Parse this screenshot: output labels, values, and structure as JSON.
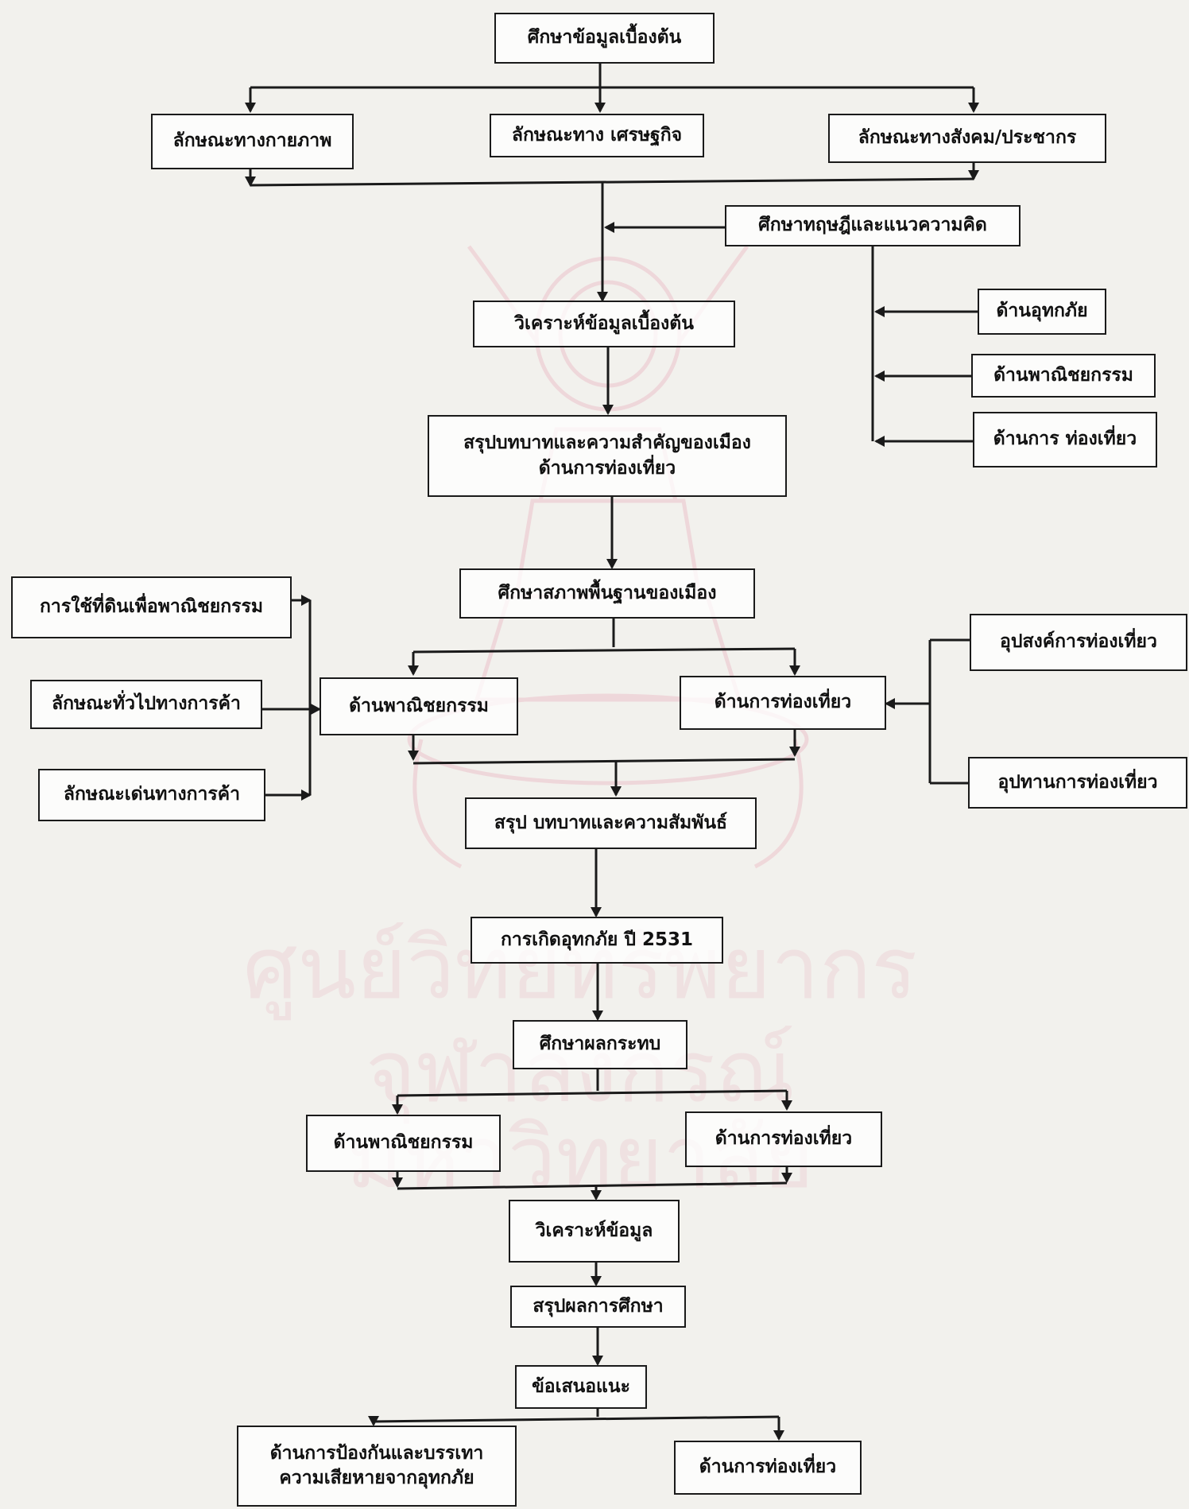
{
  "watermark": {
    "line1": "ศูนย์วิทยทรัพยากร",
    "line2": "จุฬาลงกรณ์มหาวิทยาลัย"
  },
  "colors": {
    "line": "#1a1a1a",
    "background": "#f2f1ed",
    "watermark": "#e8b4bf"
  },
  "boxes": {
    "n1": "ศึกษาข้อมูลเบื้องต้น",
    "n2": "ลักษณะทางกายภาพ",
    "n3": "ลักษณะทาง เศรษฐกิจ",
    "n4": "ลักษณะทางสังคม/ประชากร",
    "n5": "ศึกษาทฤษฎีและแนวความคิด",
    "n6": "ด้านอุทกภัย",
    "n7": "ด้านพาณิชยกรรม",
    "n8": "ด้านการ ท่องเที่ยว",
    "n9": "วิเคราะห์ข้อมูลเบื้องต้น",
    "n10": "สรุปบทบาทและความสำคัญของเมือง\nด้านการท่องเที่ยว",
    "n11": "ศึกษาสภาพพื้นฐานของเมือง",
    "n12": "การใช้ที่ดินเพื่อพาณิชยกรรม",
    "n13": "ลักษณะทั่วไปทางการค้า",
    "n14": "ลักษณะเด่นทางการค้า",
    "n15": "ด้านพาณิชยกรรม",
    "n16": "ด้านการท่องเที่ยว",
    "n17": "อุปสงค์การท่องเที่ยว",
    "n18": "อุปทานการท่องเที่ยว",
    "n19": "สรุป บทบาทและความสัมพันธ์",
    "n20": "การเกิดอุทกภัย ปี 2531",
    "n21": "ศึกษาผลกระทบ",
    "n22": "ด้านพาณิชยกรรม",
    "n23": "ด้านการท่องเที่ยว",
    "n24": "วิเคราะห์ข้อมูล",
    "n25": "สรุปผลการศึกษา",
    "n26": "ข้อเสนอแนะ",
    "n27": "ด้านการป้องกันและบรรเทา\nความเสียหายจากอุทกภัย",
    "n28": "ด้านการท่องเที่ยว"
  }
}
